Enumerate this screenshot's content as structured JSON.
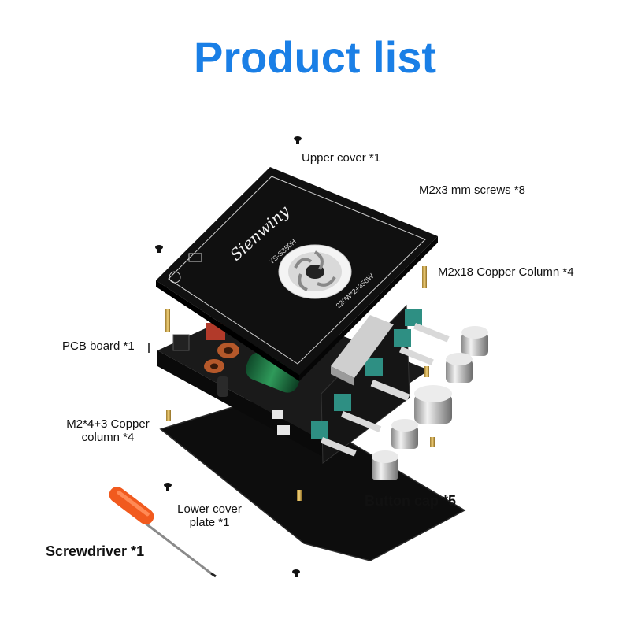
{
  "title": "Product list",
  "colors": {
    "title": "#1a7fe6",
    "board": "#101010",
    "panel_line": "#cfcfcf",
    "pcb": "#1c1c1c",
    "teal": "#2e8f83",
    "gold": "#c9a24a",
    "screwdriver_handle": "#f15a1e"
  },
  "panel_marks": {
    "brand": "Sienwiny",
    "model": "YS-S350H",
    "rating": "220W*2+350W"
  },
  "labels": {
    "upper_cover": "Upper cover *1",
    "screws": "M2x3 mm screws *8",
    "copper_column_m2x18": "M2x18 Copper Column *4",
    "pcb_board": "PCB board *1",
    "copper_column_m2_line1": "M2*4+3 Copper",
    "copper_column_m2_line2": "column *4",
    "button_cap": "Button cap *5",
    "lower_cover_line1": "Lower cover",
    "lower_cover_line2": "plate *1",
    "screwdriver": "Screwdriver *1"
  },
  "icons": [
    "fan-icon",
    "screw-icon",
    "knob-icon",
    "capacitor-icon",
    "inductor-icon",
    "screwdriver-icon"
  ]
}
